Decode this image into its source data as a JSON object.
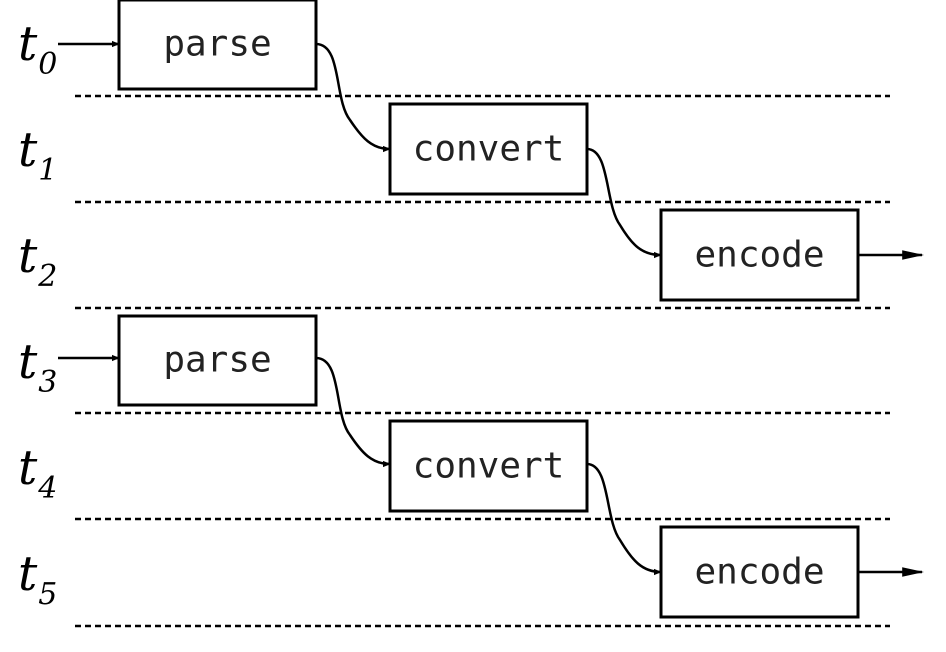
{
  "rows": [
    {
      "base": "t",
      "sub": "0"
    },
    {
      "base": "t",
      "sub": "1"
    },
    {
      "base": "t",
      "sub": "2"
    },
    {
      "base": "t",
      "sub": "3"
    },
    {
      "base": "t",
      "sub": "4"
    },
    {
      "base": "t",
      "sub": "5"
    }
  ],
  "stages": [
    {
      "label": "parse"
    },
    {
      "label": "convert"
    },
    {
      "label": "encode"
    },
    {
      "label": "parse"
    },
    {
      "label": "convert"
    },
    {
      "label": "encode"
    }
  ],
  "colors": {
    "line": "#000000",
    "box_fill": "#ffffff",
    "label_text": "#222222"
  }
}
